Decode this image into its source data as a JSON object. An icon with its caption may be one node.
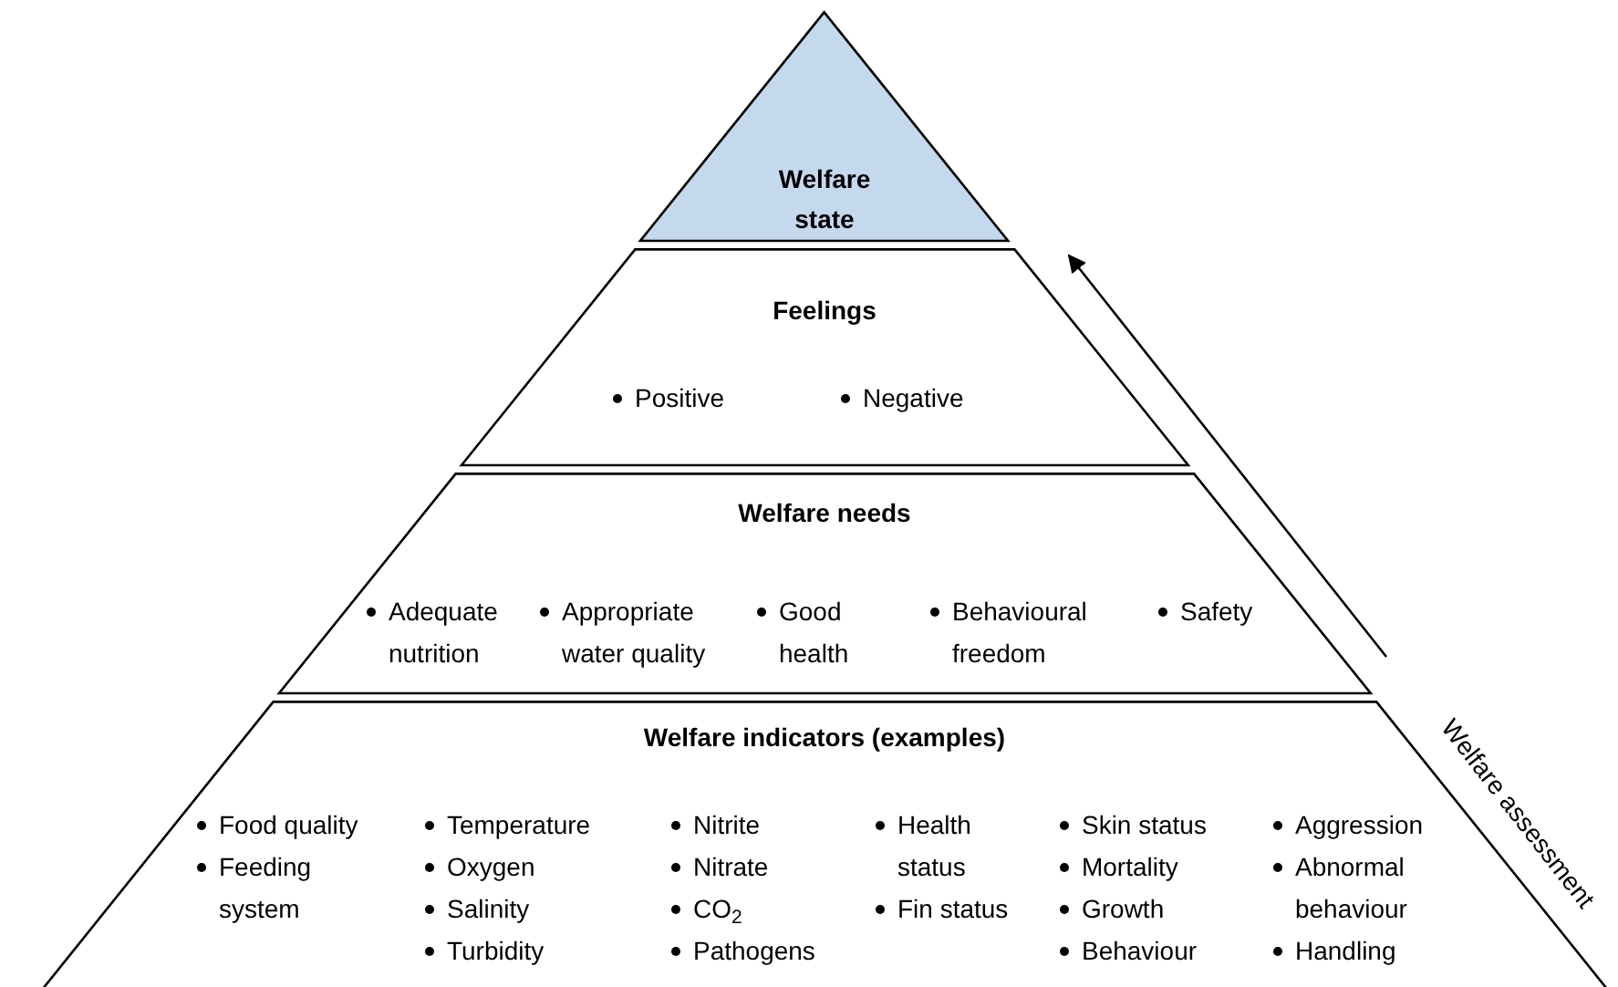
{
  "diagram": {
    "nodes": [
      {
        "text": [
          "Welfare state"
        ]
      },
      {
        "text": [
          "Feelings",
          "Positive",
          "Negative"
        ]
      },
      {
        "text": [
          "Welfare needs",
          "Adequate nutrition",
          "Appropriate water quality",
          "Good health",
          "Behavioural freedom",
          "Safety"
        ]
      },
      {
        "text": [
          "Welfare indicators (examples)",
          "Food quality",
          "Feeding system",
          "Temperature",
          "Oxygen",
          "Salinity",
          "Turbidity",
          "Nitrite",
          "Nitrate",
          "CO$_{2}$",
          "Pathogens",
          "Health status",
          "Fin status",
          "Skin status",
          "Mortality",
          "Growth",
          "Behaviour",
          "Aggression",
          "Abnormal behaviour",
          "Handling"
        ]
      }
    ],
    "labels": [
      "Welfare assessment"
    ]
  }
}
